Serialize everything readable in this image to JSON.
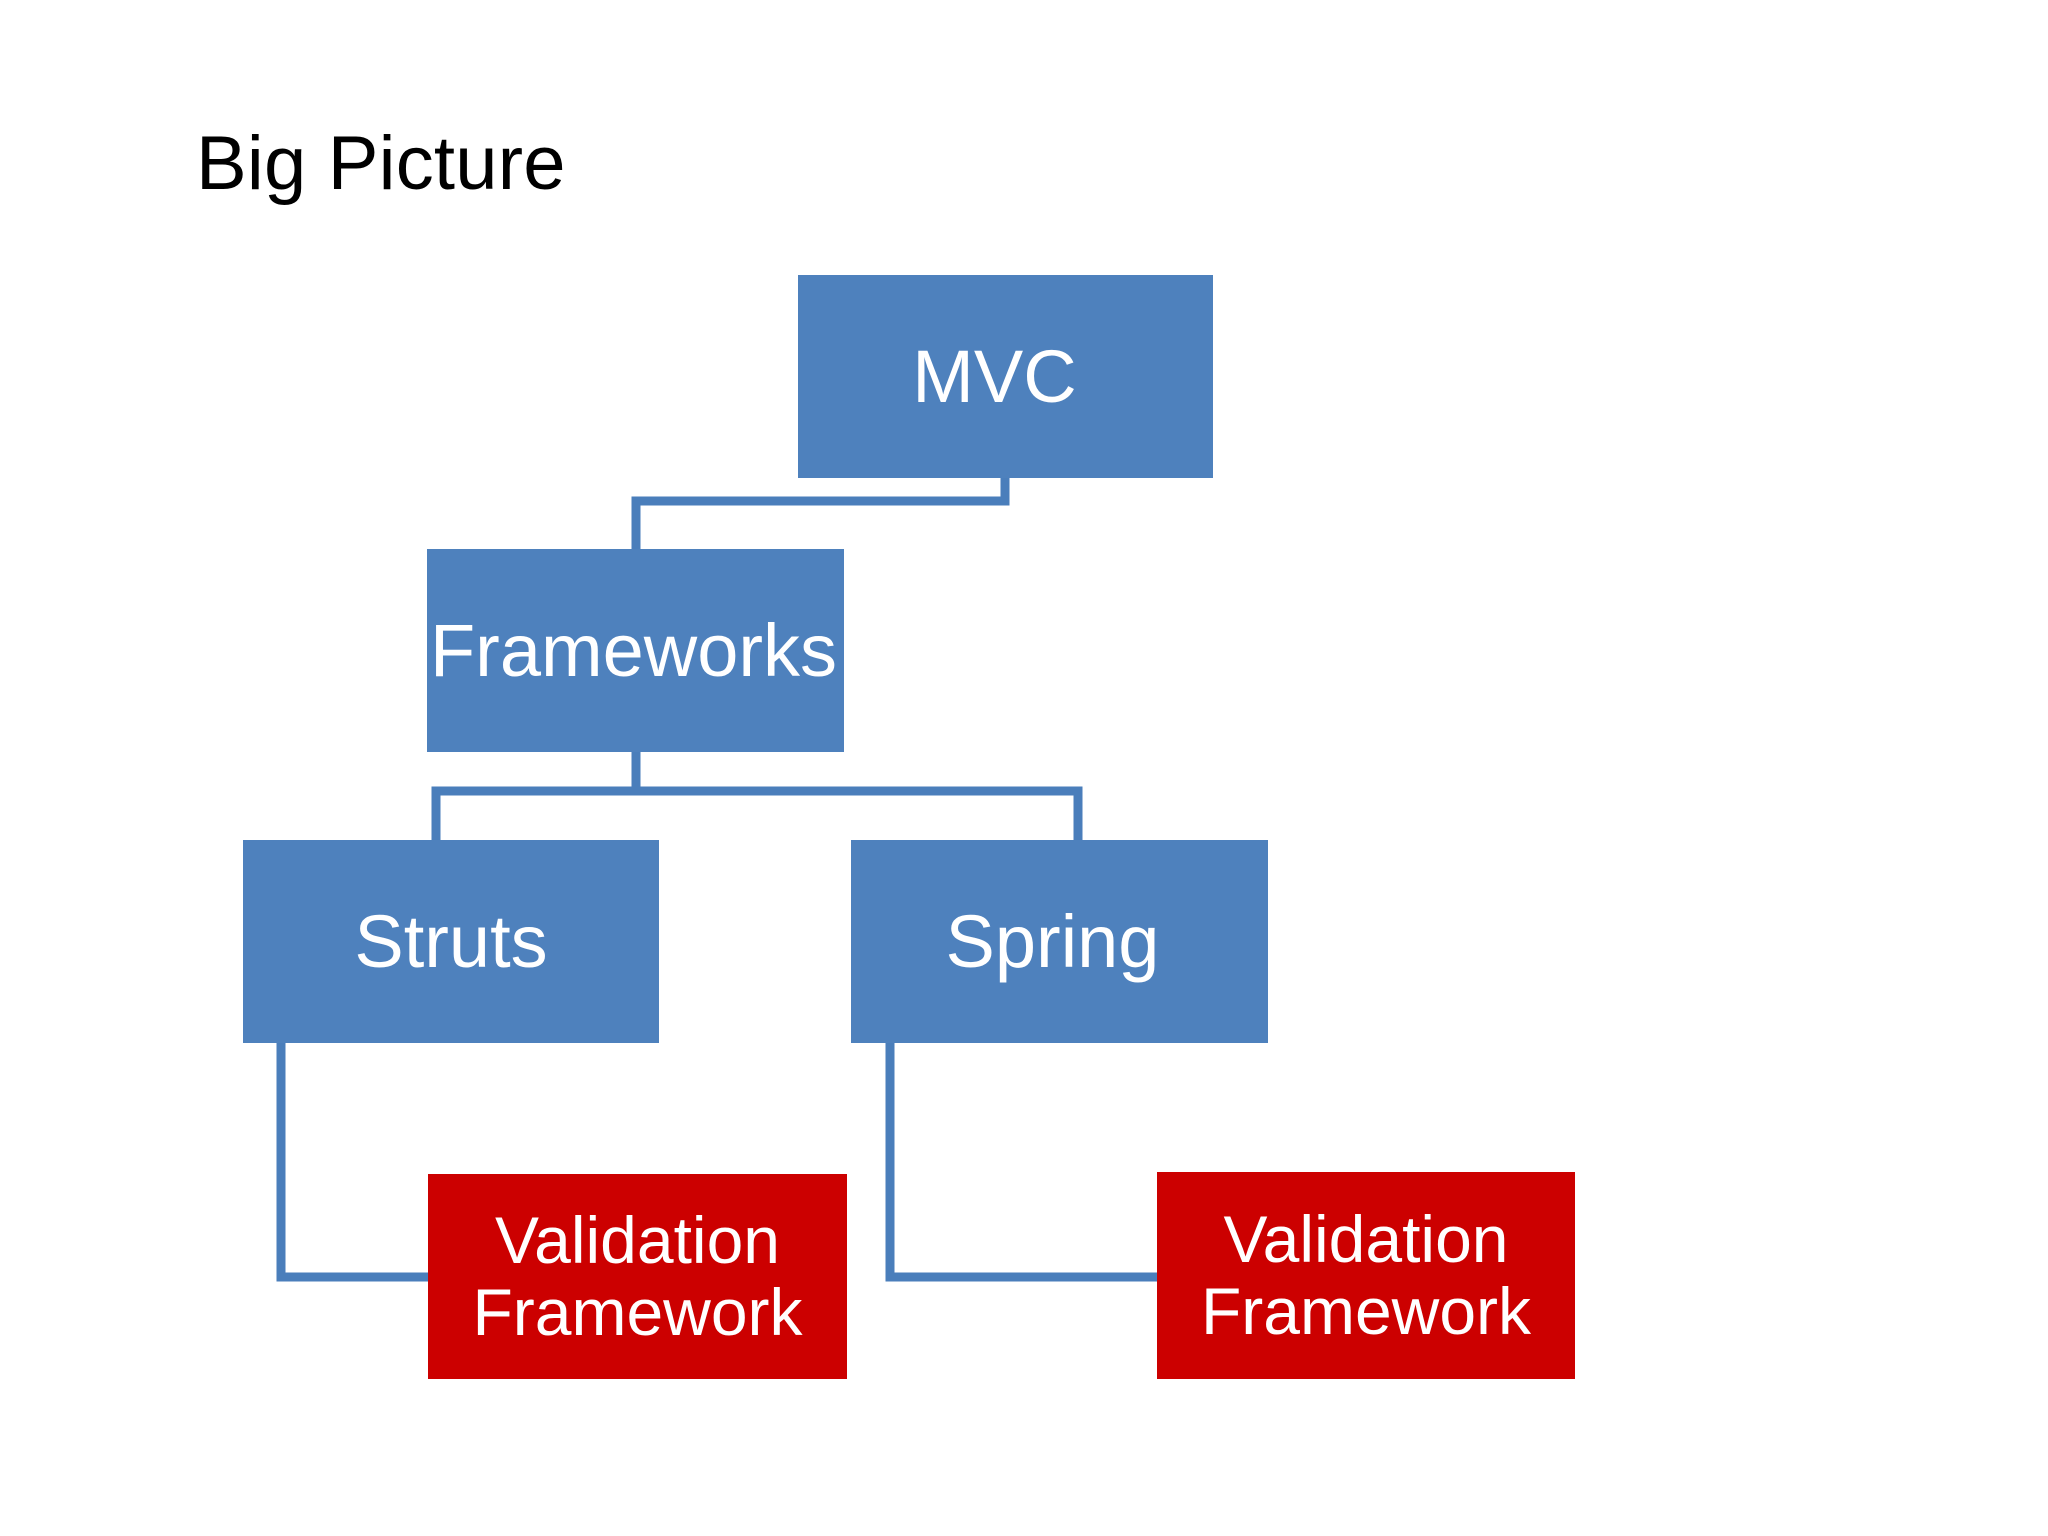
{
  "slide": {
    "title": "Big Picture",
    "background_color": "#ffffff",
    "title_color": "#000000"
  },
  "palette": {
    "node_blue": "#4e81bd",
    "node_red": "#cc0000",
    "connector_blue": "#4a7ebb",
    "node_text": "#ffffff"
  },
  "diagram": {
    "type": "hierarchy-tree",
    "nodes": [
      {
        "id": "mvc",
        "label": "MVC",
        "color": "#4e81bd",
        "level": 0
      },
      {
        "id": "frameworks",
        "label": "Frameworks",
        "color": "#4e81bd",
        "level": 1
      },
      {
        "id": "struts",
        "label": "Struts",
        "color": "#4e81bd",
        "level": 2
      },
      {
        "id": "spring",
        "label": "Spring",
        "color": "#4e81bd",
        "level": 2
      },
      {
        "id": "validation-left",
        "label": "Validation\nFramework",
        "color": "#cc0000",
        "level": 3
      },
      {
        "id": "validation-right",
        "label": "Validation\nFramework",
        "color": "#cc0000",
        "level": 3
      }
    ],
    "edges": [
      {
        "from": "mvc",
        "to": "frameworks"
      },
      {
        "from": "frameworks",
        "to": "struts"
      },
      {
        "from": "frameworks",
        "to": "spring"
      },
      {
        "from": "struts",
        "to": "validation-left"
      },
      {
        "from": "spring",
        "to": "validation-right"
      }
    ]
  }
}
